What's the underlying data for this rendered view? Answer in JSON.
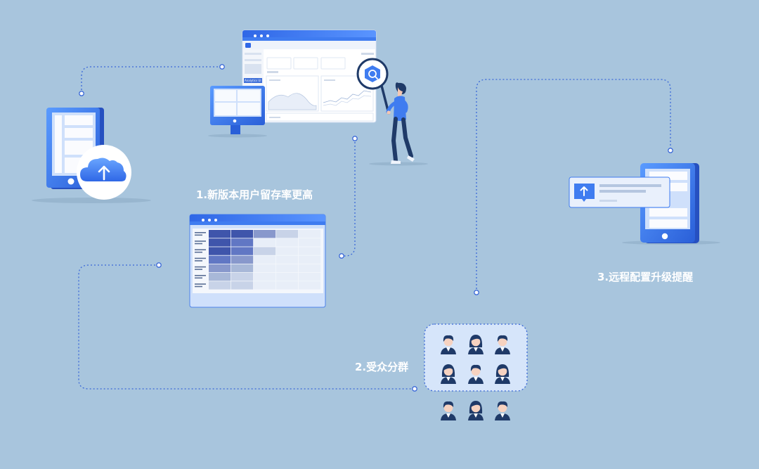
{
  "steps": {
    "step1_label": "1.新版本用户留存率更高",
    "step2_label": "2.受众分群",
    "step3_label": "3.远程配置升级提醒"
  },
  "dashboard": {
    "sidebar_button_label": "Analytics UI"
  },
  "colors": {
    "background": "#a8c5dd",
    "accent_blue": "#3f7cf0",
    "dark_navy": "#1f3a68",
    "dotted_line": "#3a68d8",
    "white": "#ffffff"
  },
  "icons": [
    "cloud-upload-icon",
    "analytics-magnifier-icon",
    "upgrade-arrow-icon",
    "user-avatar-icon"
  ],
  "heatmap": {
    "rows": 7,
    "cols": 5,
    "shade_levels": [
      [
        5,
        5,
        3,
        1,
        0
      ],
      [
        5,
        4,
        0,
        0,
        0
      ],
      [
        5,
        4,
        1,
        0,
        0
      ],
      [
        4,
        3,
        0,
        0,
        0
      ],
      [
        3,
        2,
        0,
        0,
        0
      ],
      [
        2,
        1,
        0,
        0,
        0
      ],
      [
        1,
        1,
        0,
        0,
        0
      ]
    ]
  },
  "audience": {
    "avatars": [
      "m",
      "f",
      "m",
      "f",
      "m",
      "f",
      "m",
      "f",
      "m"
    ]
  }
}
